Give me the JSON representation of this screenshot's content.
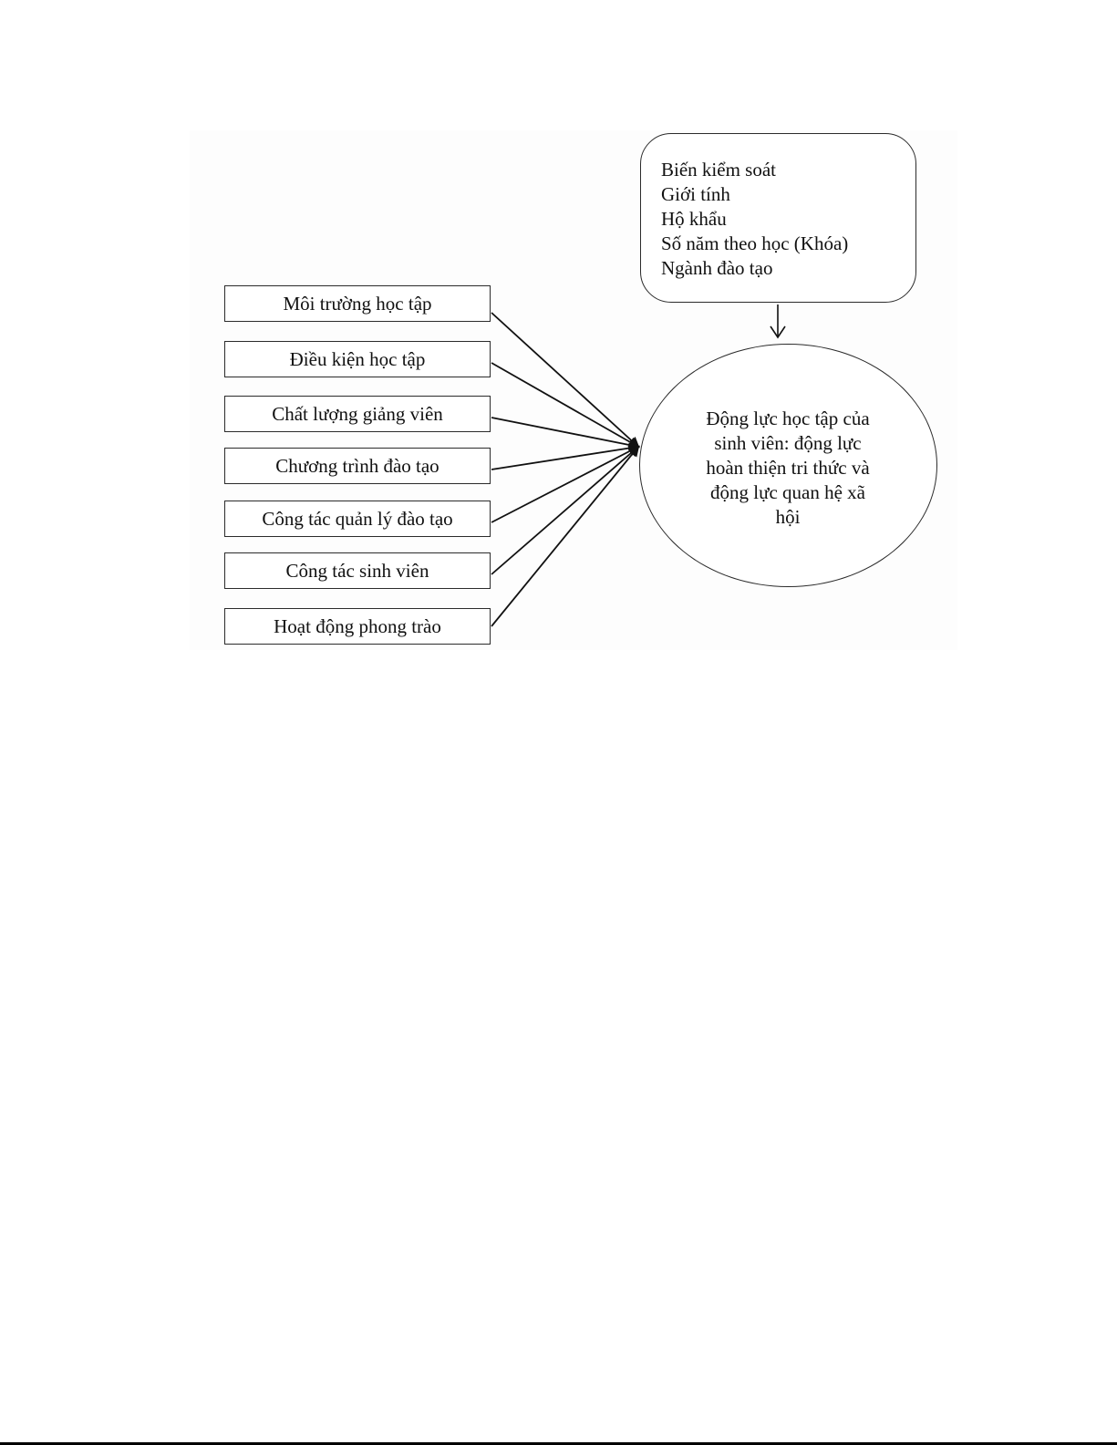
{
  "factors": [
    {
      "label": "Môi trường học tập"
    },
    {
      "label": "Điều kiện học tập"
    },
    {
      "label": "Chất lượng giảng viên"
    },
    {
      "label": "Chương trình đào tạo"
    },
    {
      "label": "Công tác quản lý đào tạo"
    },
    {
      "label": "Công tác sinh viên"
    },
    {
      "label": "Hoạt động phong trào"
    }
  ],
  "control_variables": {
    "lines": [
      "Biến kiểm soát",
      "Giới tính",
      "Hộ khẩu",
      "Số năm theo học (Khóa)",
      "Ngành đào tạo"
    ]
  },
  "outcome": {
    "lines": [
      "Động lực học tập của",
      "sinh viên: động lực",
      "hoàn thiện tri thức và",
      "động lực quan hệ xã",
      "hội"
    ]
  },
  "colors": {
    "stroke": "#2b2b2b",
    "text": "#111111",
    "background": "#ffffff"
  }
}
